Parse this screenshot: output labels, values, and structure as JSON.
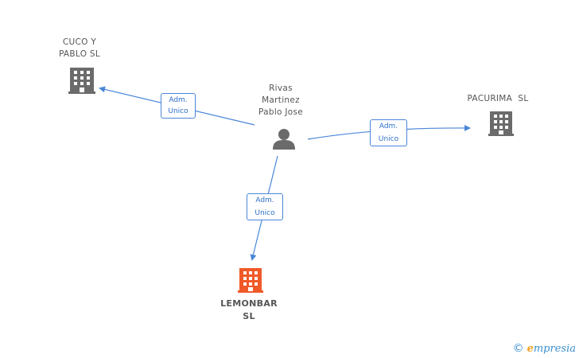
{
  "diagram": {
    "person": {
      "name_lines": [
        "Rivas",
        "Martinez",
        "Pablo Jose"
      ],
      "icon": "person-icon"
    },
    "companies": [
      {
        "id": "cuco",
        "name_lines": [
          "CUCO Y",
          "PABLO SL"
        ],
        "icon": "building-icon",
        "color": "#6b6b6b"
      },
      {
        "id": "pacurima",
        "name_lines": [
          "PACURIMA  SL"
        ],
        "icon": "building-icon",
        "color": "#6b6b6b"
      },
      {
        "id": "lemonbar",
        "name_lines": [
          "LEMONBAR",
          "SL"
        ],
        "icon": "building-icon",
        "color": "#f05a28",
        "highlight": true
      }
    ],
    "edges": [
      {
        "from": "person",
        "to": "cuco",
        "label_lines": [
          "Adm.",
          "Unico"
        ]
      },
      {
        "from": "person",
        "to": "pacurima",
        "label_lines": [
          "Adm.",
          "Unico"
        ]
      },
      {
        "from": "person",
        "to": "lemonbar",
        "label_lines": [
          "Adm.",
          "Unico"
        ]
      }
    ],
    "edge_color": "#4a86d8"
  },
  "footer": {
    "copyright_symbol": "©",
    "brand_initial": "e",
    "brand_rest": "mpresia"
  }
}
